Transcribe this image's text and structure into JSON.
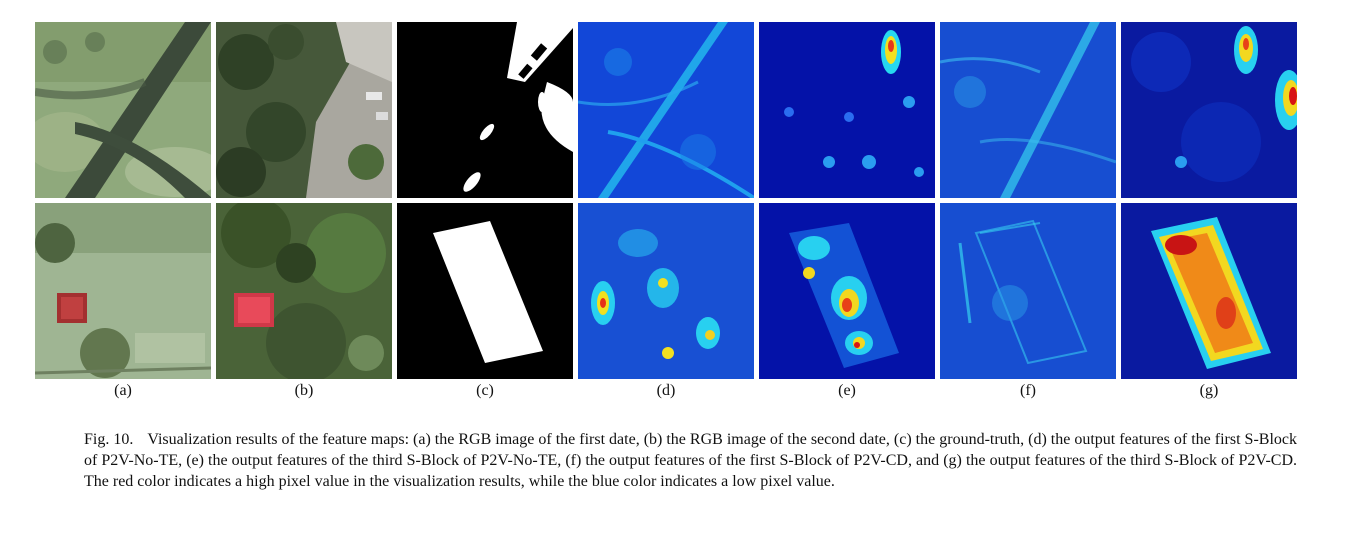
{
  "figure": {
    "panel_labels": [
      "(a)",
      "(b)",
      "(c)",
      "(d)",
      "(e)",
      "(f)",
      "(g)"
    ],
    "caption_prefix": "Fig. 10.",
    "caption_text": "Visualization results of the feature maps: (a) the RGB image of the first date, (b) the RGB image of the second date, (c) the ground-truth, (d) the output features of the first S-Block of P2V-No-TE, (e) the output features of the third S-Block of P2V-No-TE, (f) the output features of the first S-Block of P2V-CD, and (g) the output features of the third S-Block of P2V-CD. The red color indicates a high pixel value in the visualization results, while the blue color indicates a low pixel value."
  },
  "colors": {
    "heat_low": "#0a1fb0",
    "heat_mid": "#14d8f0",
    "heat_high": "#d81414",
    "mask_fg": "#ffffff",
    "mask_bg": "#000000"
  }
}
